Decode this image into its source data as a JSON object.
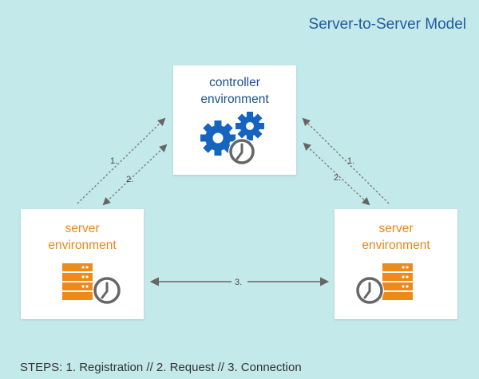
{
  "diagram": {
    "title": "Server-to-Server Model",
    "controller": {
      "line1": "controller",
      "line2": "environment",
      "icon": "gears-clock-icon"
    },
    "server_left": {
      "line1": "server",
      "line2": "environment",
      "icon": "server-stack-clock-icon"
    },
    "server_right": {
      "line1": "server",
      "line2": "environment",
      "icon": "server-stack-clock-icon"
    },
    "connectors": {
      "left_1": "1.",
      "left_2": "2.",
      "right_1": "1.",
      "right_2": "2.",
      "bottom_3": "3."
    },
    "steps": "STEPS: 1. Registration // 2. Request // 3. Connection"
  },
  "colors": {
    "background": "#c4e9ea",
    "title": "#1f5c9e",
    "controller_text": "#1c4f8a",
    "gear_blue": "#1565c0",
    "server_text": "#e3871f",
    "server_orange": "#ef8a17",
    "clock_gray": "#666666"
  }
}
